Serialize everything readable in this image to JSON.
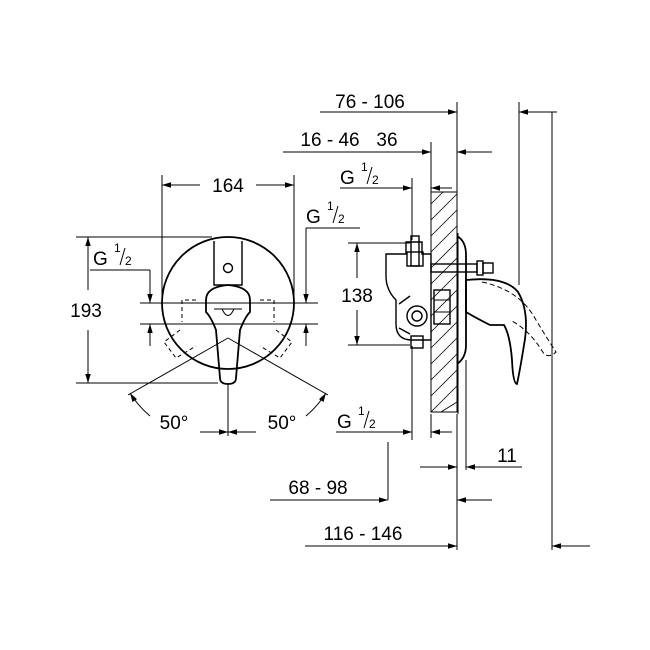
{
  "front_view": {
    "width_label": "164",
    "height_label": "193",
    "inlet_left": {
      "g": "G",
      "num": "1",
      "den": "2"
    },
    "inlet_right": {
      "g": "G",
      "num": "1",
      "den": "2"
    },
    "angle_left": "50°",
    "angle_right": "50°"
  },
  "side_view": {
    "dim_top": "76 - 106",
    "dim_second": "16 - 46",
    "dim_second_b": "36",
    "outlet_top": {
      "g": "G",
      "num": "1",
      "den": "2"
    },
    "outlet_bottom": {
      "g": "G",
      "num": "1",
      "den": "2"
    },
    "dim_height": "138",
    "dim_small": "11",
    "dim_lower": "68 - 98",
    "dim_bottom": "116 - 146"
  }
}
